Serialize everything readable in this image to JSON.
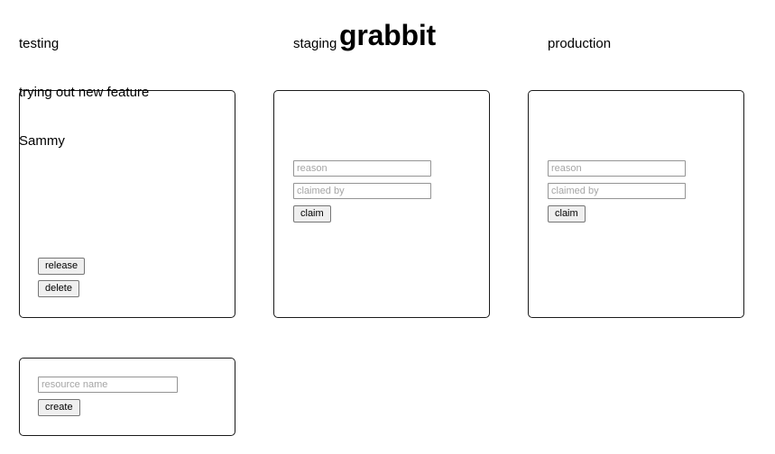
{
  "app": {
    "title": "grabbit"
  },
  "colors": {
    "page_background": "#ffffff",
    "text": "#000000",
    "card_border": "#1a1a1a",
    "input_border": "#949494",
    "placeholder_text": "#a5a5a5",
    "button_background": "#efefef",
    "button_border": "#767676"
  },
  "resources": [
    {
      "name": "testing",
      "state": "claimed",
      "reason": "trying out new feature",
      "claimed_by": "Sammy",
      "release_label": "release",
      "delete_label": "delete"
    },
    {
      "name": "staging",
      "state": "available",
      "reason_placeholder": "reason",
      "claimed_by_placeholder": "claimed by",
      "reason_value": "",
      "claimed_by_value": "",
      "claim_label": "claim"
    },
    {
      "name": "production",
      "state": "available",
      "reason_placeholder": "reason",
      "claimed_by_placeholder": "claimed by",
      "reason_value": "",
      "claimed_by_value": "",
      "claim_label": "claim"
    }
  ],
  "create_form": {
    "resource_name_placeholder": "resource name",
    "resource_name_value": "",
    "create_label": "create"
  }
}
